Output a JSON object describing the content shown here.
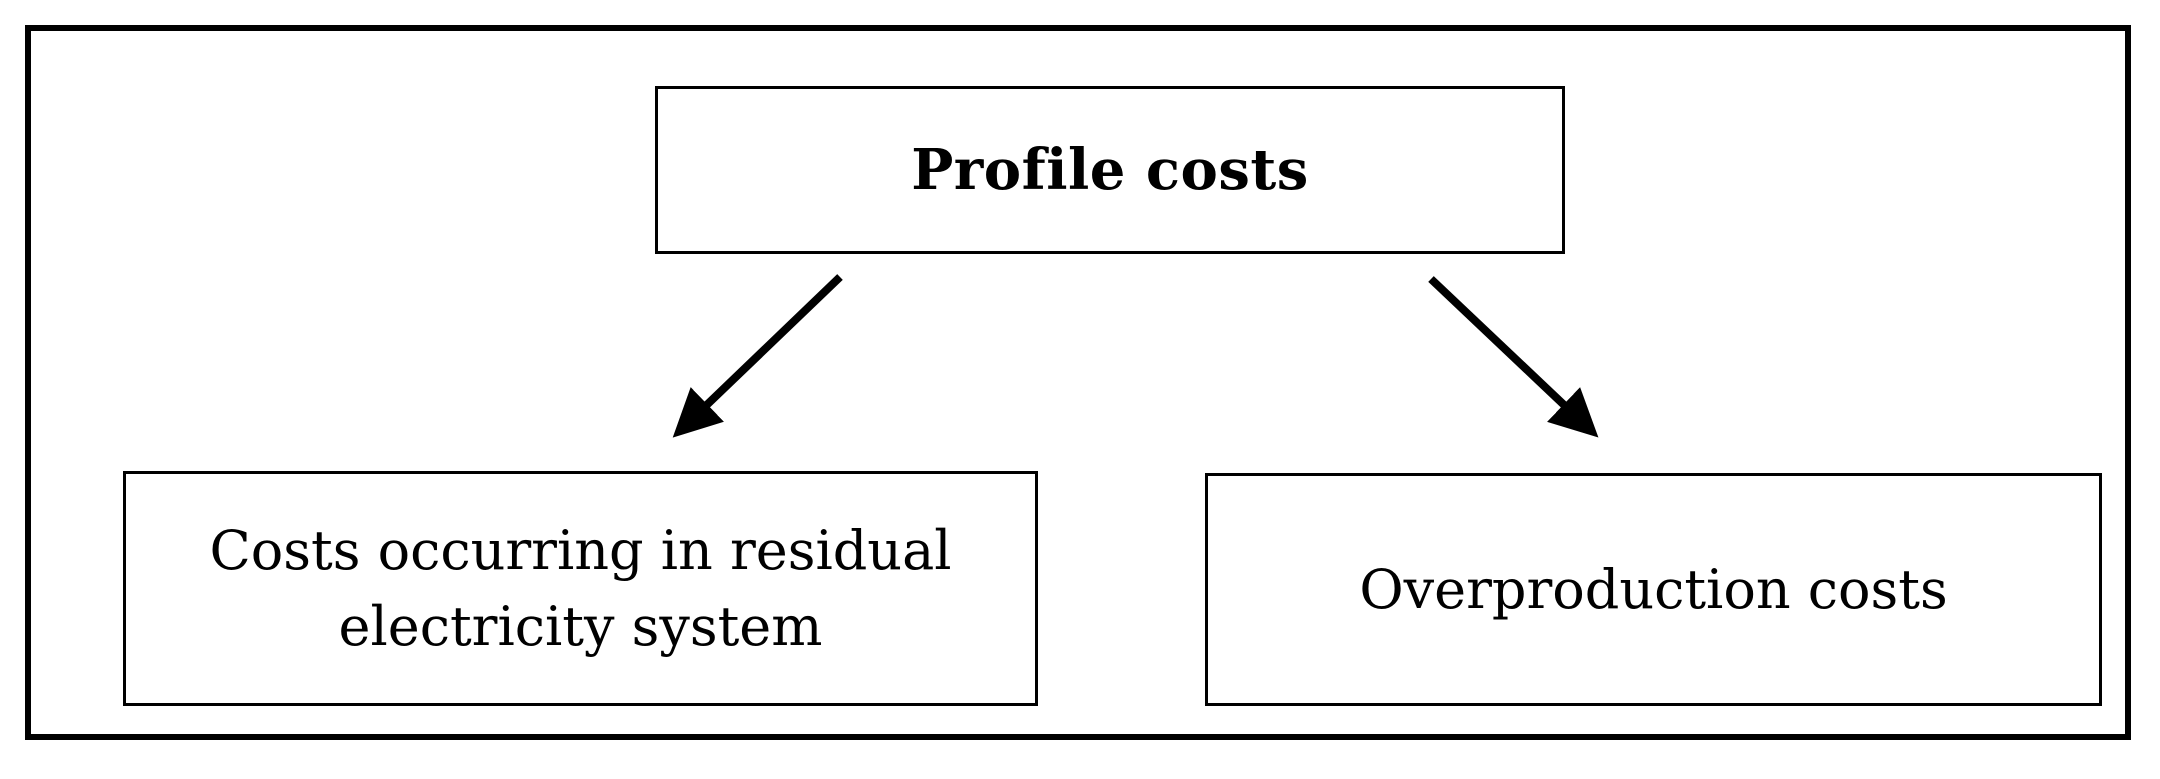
{
  "diagram": {
    "root": {
      "label": "Profile costs"
    },
    "children": [
      {
        "lines": [
          "Costs occurring in residual",
          "electricity system"
        ]
      },
      {
        "lines": [
          "Overproduction costs"
        ]
      }
    ],
    "edges": [
      {
        "from": "Profile costs",
        "to": "Costs occurring in residual electricity system"
      },
      {
        "from": "Profile costs",
        "to": "Overproduction costs"
      }
    ],
    "colors": {
      "stroke": "#000000",
      "background": "#ffffff"
    }
  }
}
